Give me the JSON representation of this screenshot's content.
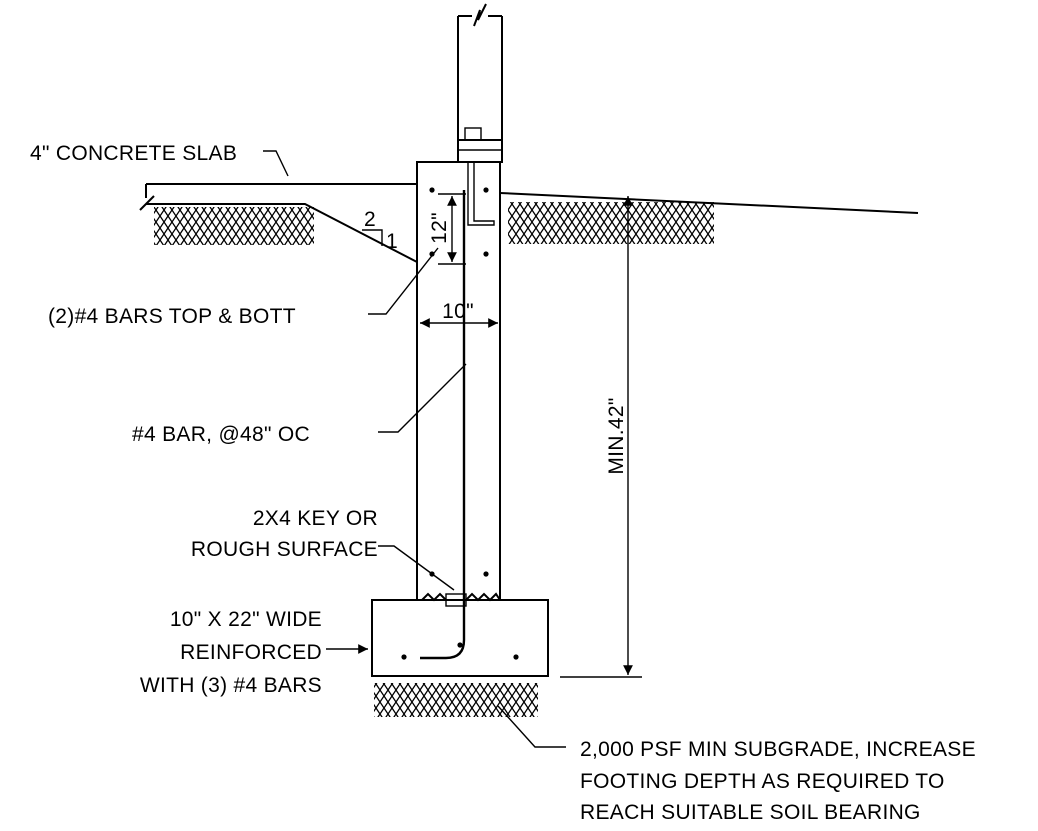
{
  "labels": {
    "slab": "4\" CONCRETE SLAB",
    "top_bott": "(2)#4 BARS TOP & BOTT",
    "vertical_bar": "#4 BAR, @48\" OC",
    "key_line1": "2X4 KEY OR",
    "key_line2": "ROUGH SURFACE",
    "footing_line1": "10\" X 22\" WIDE",
    "footing_line2": "REINFORCED",
    "footing_line3": "WITH (3) #4 BARS",
    "subgrade_line1": "2,000 PSF MIN SUBGRADE, INCREASE",
    "subgrade_line2": "FOOTING DEPTH AS REQUIRED TO",
    "subgrade_line3": "REACH SUITABLE SOIL BEARING"
  },
  "dimensions": {
    "top_cover": "12\"",
    "wall_width": "10\"",
    "min_depth": "MIN.42\""
  },
  "slope": {
    "rise": "2",
    "run": "1"
  },
  "colors": {
    "line": "#000000",
    "background": "#ffffff"
  }
}
